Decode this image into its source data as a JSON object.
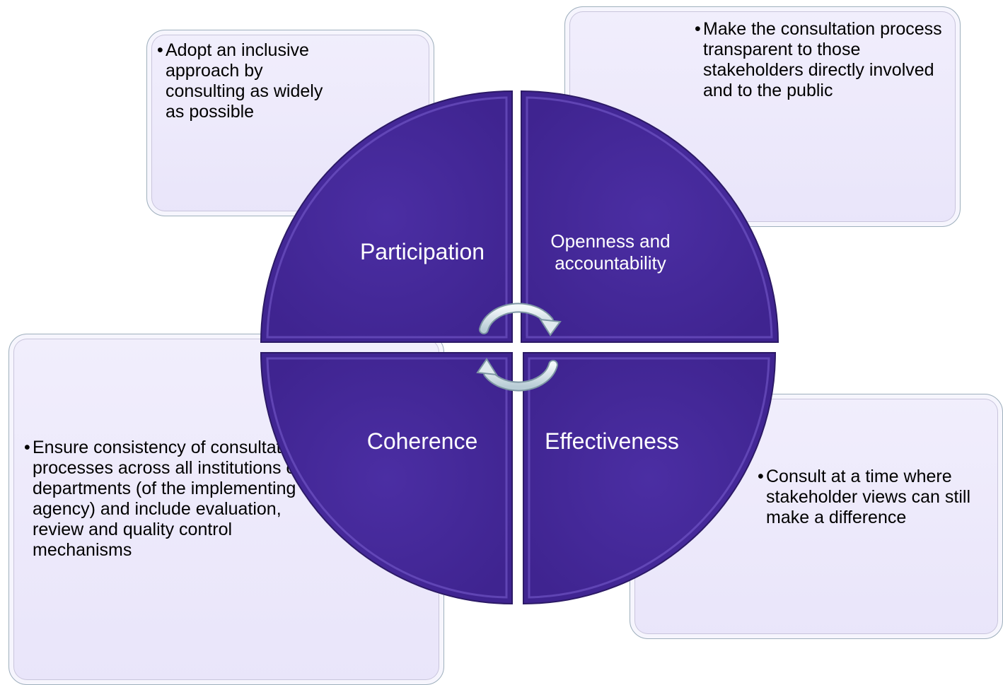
{
  "quadrants": {
    "top_left": {
      "label": "Participation"
    },
    "top_right": {
      "label_line1": "Openness and",
      "label_line2": "accountability"
    },
    "bottom_left": {
      "label": "Coherence"
    },
    "bottom_right": {
      "label": "Effectiveness"
    }
  },
  "boxes": {
    "top_left": {
      "bullet": "•",
      "text": "Adopt an inclusive approach by consulting as widely as possible"
    },
    "top_right": {
      "bullet": "•",
      "text": "Make the consultation process transparent to those stakeholders directly involved and to the public"
    },
    "bottom_left": {
      "bullet": "•",
      "text": "Ensure consistency of consultation processes across all institutions or departments (of the implementing agency) and include evaluation, review and quality control mechanisms"
    },
    "bottom_right": {
      "bullet": "•",
      "text": "Consult at a time where stakeholder views can still make a difference"
    }
  },
  "colors": {
    "quadrant_fill": "#462a9a",
    "quadrant_edge": "#2c1a66",
    "box_fill": "#ece9fb",
    "box_border": "#9fb0bd",
    "arrow_fill": "#dfe9ee"
  },
  "icons": {
    "center": "circular-arrows-icon"
  }
}
